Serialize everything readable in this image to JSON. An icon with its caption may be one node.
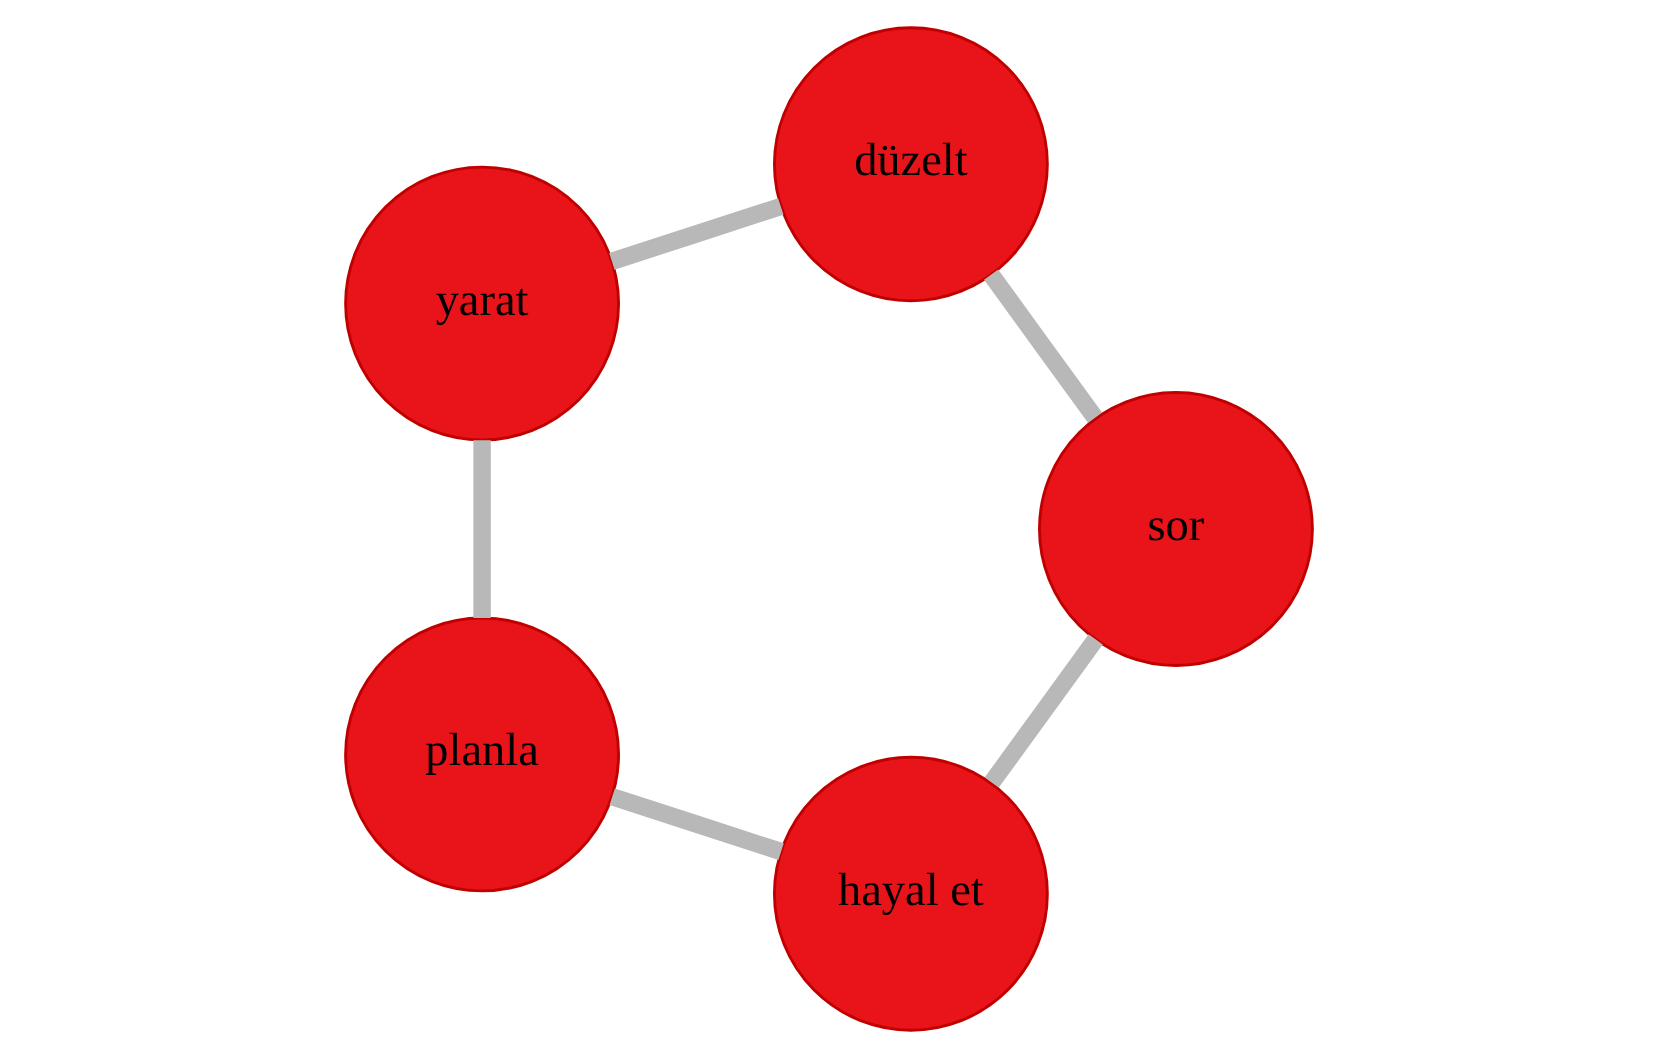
{
  "diagram": {
    "nodes": [
      {
        "text": [
          "hayal et"
        ]
      },
      {
        "text": [
          "sor"
        ]
      },
      {
        "text": [
          "planla"
        ]
      },
      {
        "text": [
          "düzelt"
        ]
      },
      {
        "text": [
          "yarat"
        ]
      }
    ],
    "edges": [
      {
        "from": 1,
        "to": 0,
        "arrow": "none"
      },
      {
        "from": 0,
        "to": 2,
        "arrow": "none"
      },
      {
        "from": 2,
        "to": 4,
        "arrow": "none"
      },
      {
        "from": 4,
        "to": 3,
        "arrow": "none"
      },
      {
        "from": 3,
        "to": 1,
        "arrow": "none"
      }
    ]
  }
}
